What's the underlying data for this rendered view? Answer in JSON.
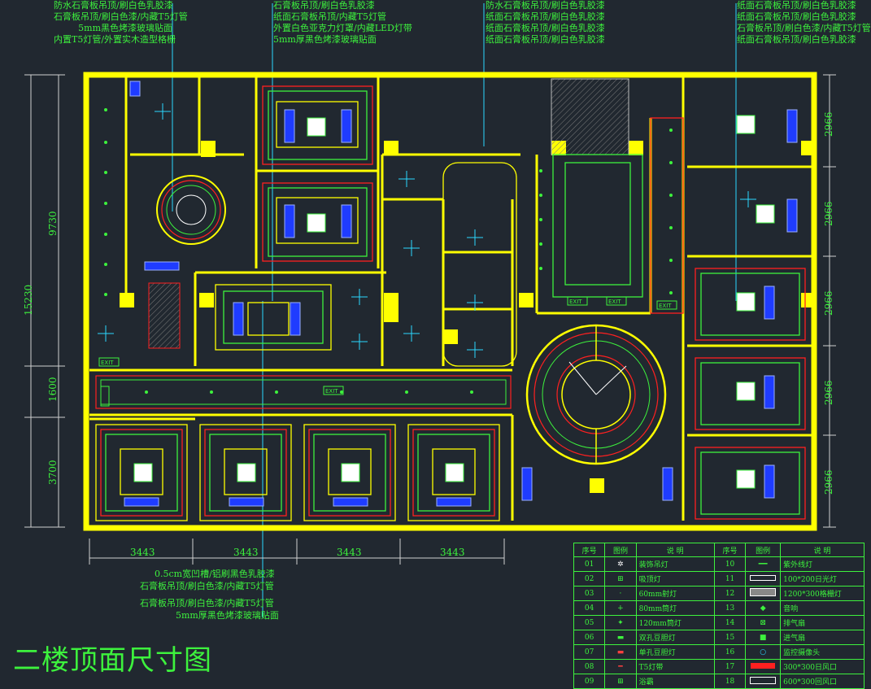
{
  "title": "二楼顶面尺寸图",
  "top_notes": [
    {
      "lines": [
        "防水石膏板吊顶/刷白色乳胶漆",
        "石膏板吊顶/刷白色漆/内藏T5灯管",
        "5mm黑色烤漆玻璃贴面",
        "内置T5灯管/外置实木造型格栅"
      ]
    },
    {
      "lines": [
        "石膏板吊顶/刷白色乳胶漆",
        "纸面石膏板吊顶/内藏T5灯管",
        "外置白色亚克力灯罩/内藏LED灯带",
        "5mm厚黑色烤漆玻璃贴面"
      ]
    },
    {
      "lines": [
        "防水石膏板吊顶/刷白色乳胶漆",
        "纸面石膏板吊顶/刷白色乳胶漆",
        "纸面石膏板吊顶/刷白色乳胶漆",
        "纸面石膏板吊顶/刷白色乳胶漆"
      ]
    },
    {
      "lines": [
        "纸面石膏板吊顶/刷白色乳胶漆",
        "纸面石膏板吊顶/刷白色乳胶漆",
        "石膏板吊顶/刷白色漆/内藏T5灯管",
        "纸面石膏板吊顶/刷白色乳胶漆"
      ]
    }
  ],
  "bottom_notes": [
    "0.5cm宽凹槽/铝刷黑色乳胶漆",
    "石膏板吊顶/刷白色漆/内藏T5灯管",
    "石膏板吊顶/刷白色漆/内藏T5灯管",
    "5mm厚黑色烤漆玻璃贴面"
  ],
  "dimensions": {
    "left_total": "15230",
    "left_parts": [
      "9730",
      "1600",
      "3700"
    ],
    "right_parts": [
      "2966",
      "2966",
      "2966",
      "2966",
      "2966"
    ],
    "bottom_parts": [
      "3443",
      "3443",
      "3443",
      "3443"
    ]
  },
  "exit_label": "EXIT",
  "legend": {
    "headers": [
      "序号",
      "图例",
      "说 明",
      "序号",
      "图例",
      "说 明"
    ],
    "rows": [
      {
        "n1": "01",
        "d1": "装饰吊灯",
        "n2": "10",
        "d2": "紫外线灯"
      },
      {
        "n1": "02",
        "d1": "吸顶灯",
        "n2": "11",
        "d2": "100*200日光灯"
      },
      {
        "n1": "03",
        "d1": "60mm射灯",
        "n2": "12",
        "d2": "1200*300格栅灯"
      },
      {
        "n1": "04",
        "d1": "80mm筒灯",
        "n2": "13",
        "d2": "音响"
      },
      {
        "n1": "05",
        "d1": "120mm筒灯",
        "n2": "14",
        "d2": "排气扇"
      },
      {
        "n1": "06",
        "d1": "双孔豆胆灯",
        "n2": "15",
        "d2": "进气扇"
      },
      {
        "n1": "07",
        "d1": "单孔豆胆灯",
        "n2": "16",
        "d2": "监控摄像头"
      },
      {
        "n1": "08",
        "d1": "T5灯带",
        "n2": "17",
        "d2": "300*300日风口"
      },
      {
        "n1": "09",
        "d1": "浴霸",
        "n2": "18",
        "d2": "600*300回风口"
      }
    ]
  },
  "colors": {
    "wall": "#ffff00",
    "line": "#3df23d",
    "accent": "#ff2020",
    "blue": "#1f3cff",
    "cyan": "#2ad8ff"
  }
}
